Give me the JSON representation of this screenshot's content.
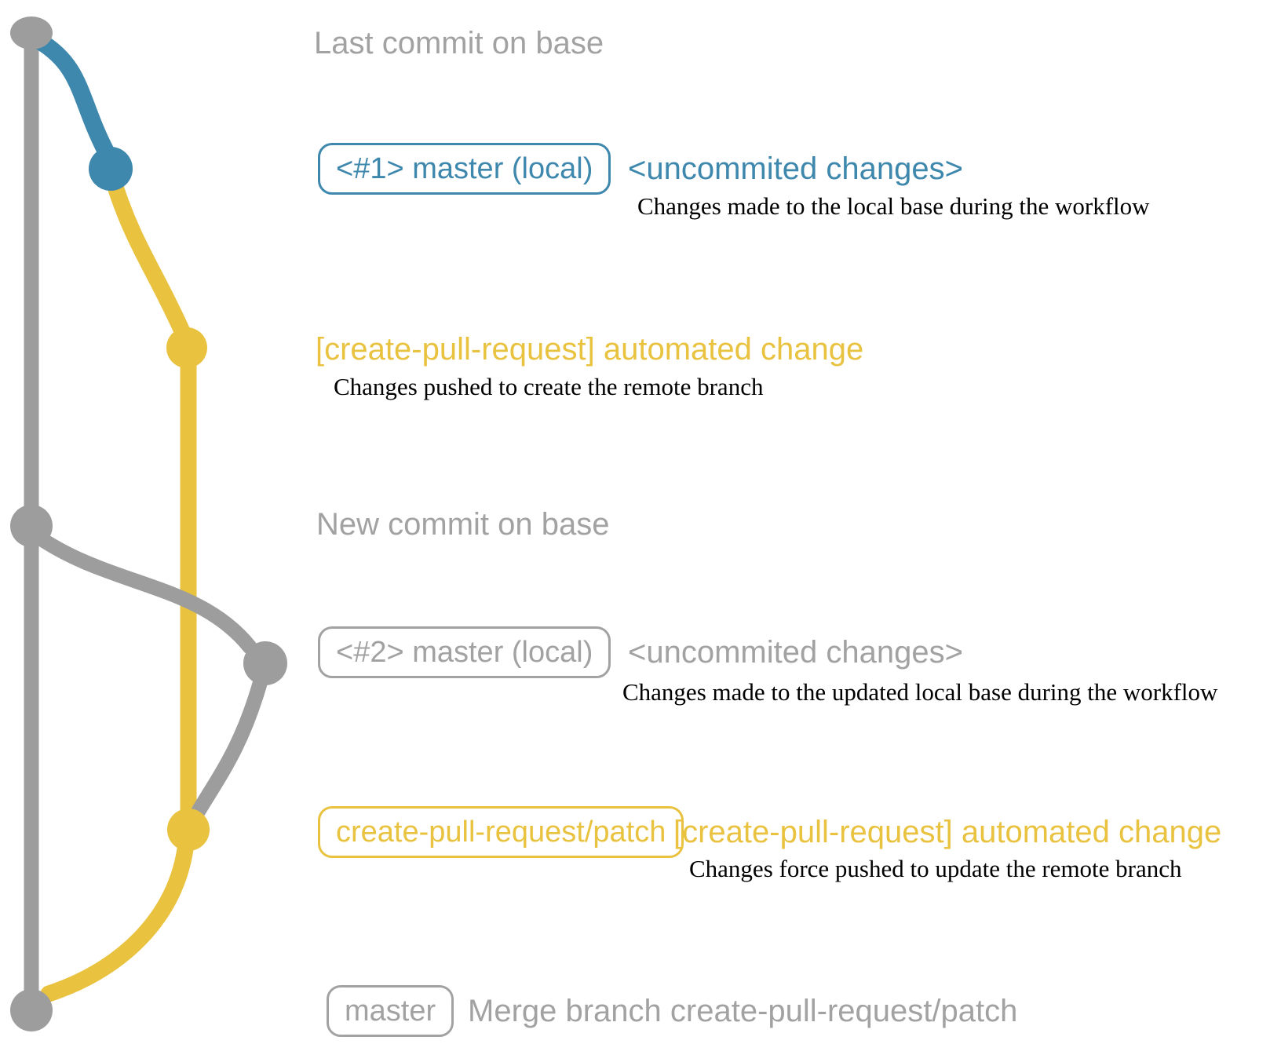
{
  "colors": {
    "background": "#ffffff",
    "branch_gray": "#9d9d9d",
    "branch_blue": "#3e87ad",
    "branch_yellow": "#e9c23f",
    "label_gray": "#a2a2a2",
    "description_text": "#000000"
  },
  "diagram": {
    "type": "git-graph",
    "branches": [
      {
        "name": "base (master)",
        "color": "gray"
      },
      {
        "name": "master (local)",
        "colors": [
          "blue",
          "gray"
        ]
      },
      {
        "name": "create-pull-request/patch",
        "color": "yellow"
      }
    ],
    "commits": [
      {
        "id": "last-commit-on-base",
        "branch": "base",
        "label": "Last commit on base"
      },
      {
        "id": "local-master-1",
        "branch": "master (local)",
        "label": "<#1> master (local) <uncommited changes>"
      },
      {
        "id": "patch-commit-1",
        "branch": "create-pull-request/patch",
        "label": "[create-pull-request] automated change"
      },
      {
        "id": "new-commit-on-base",
        "branch": "base",
        "label": "New commit on base"
      },
      {
        "id": "local-master-2",
        "branch": "master (local)",
        "label": "<#2> master (local) <uncommited changes>"
      },
      {
        "id": "patch-commit-2",
        "branch": "create-pull-request/patch",
        "label": "create-pull-request/patch [create-pull-request] automated change"
      },
      {
        "id": "merge-commit",
        "branch": "base",
        "label": "master — Merge branch create-pull-request/patch"
      }
    ]
  },
  "annotations": {
    "last_commit": {
      "text": "Last commit on base"
    },
    "section1": {
      "box_label": "<#1> master (local)",
      "tag": "<uncommited changes>",
      "desc": "Changes made to the local base during the workflow"
    },
    "section2": {
      "title": "[create-pull-request] automated change",
      "desc": "Changes pushed to create the remote branch"
    },
    "new_commit": {
      "text": "New commit on base"
    },
    "section3": {
      "box_label": "<#2> master (local)",
      "tag": "<uncommited changes>",
      "desc": "Changes made to the updated local base during the workflow"
    },
    "section4": {
      "box_label": "create-pull-request/patch",
      "title": "[create-pull-request] automated change",
      "desc": "Changes force pushed to update the remote branch"
    },
    "section5": {
      "box_label": "master",
      "text": "Merge branch create-pull-request/patch"
    }
  }
}
